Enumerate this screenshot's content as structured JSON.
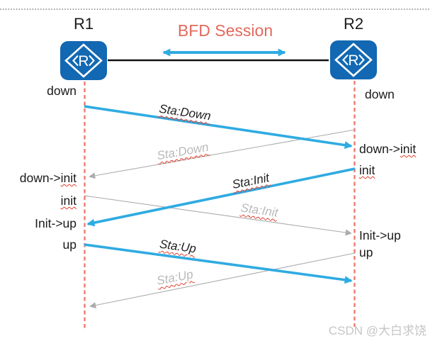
{
  "page": {
    "title": "BFD Session",
    "watermark": "CSDN @大白求饶"
  },
  "nodes": {
    "r1": {
      "label": "R1",
      "icon_letter": "R"
    },
    "r2": {
      "label": "R2",
      "icon_letter": "R"
    }
  },
  "left_states": [
    {
      "plain": "down",
      "squiggle": ""
    },
    {
      "plain": "down->",
      "squiggle": "init"
    },
    {
      "plain": "",
      "squiggle": "init"
    },
    {
      "plain": "Init->up",
      "squiggle": ""
    },
    {
      "plain": "up",
      "squiggle": ""
    }
  ],
  "right_states": [
    {
      "plain": "down",
      "squiggle": ""
    },
    {
      "plain": "down->",
      "squiggle": "init"
    },
    {
      "plain": "",
      "squiggle": "init"
    },
    {
      "plain": "Init->up",
      "squiggle": ""
    },
    {
      "plain": "up",
      "squiggle": ""
    }
  ],
  "messages": [
    {
      "label": "Sta:Down",
      "from": "R1",
      "to": "R2",
      "style": "blue"
    },
    {
      "label": "Sta:Down",
      "from": "R2",
      "to": "R1",
      "style": "gray"
    },
    {
      "label": "Sta:Init",
      "from": "R2",
      "to": "R1",
      "style": "blue"
    },
    {
      "label": "Sta:Init",
      "from": "R1",
      "to": "R2",
      "style": "gray"
    },
    {
      "label": "Sta:Up",
      "from": "R1",
      "to": "R2",
      "style": "blue"
    },
    {
      "label": "Sta:Up",
      "from": "R2",
      "to": "R1",
      "style": "gray"
    }
  ],
  "colors": {
    "accent_cyan": "#2fabe1",
    "title_salmon": "#e4695c",
    "timeline_red": "#ed7d6f",
    "router_blue": "#1268b2",
    "gray_line": "#ababab",
    "gray_text": "#b9b9b9",
    "squiggle_red": "#e03a2b",
    "connector_black": "#111111"
  }
}
